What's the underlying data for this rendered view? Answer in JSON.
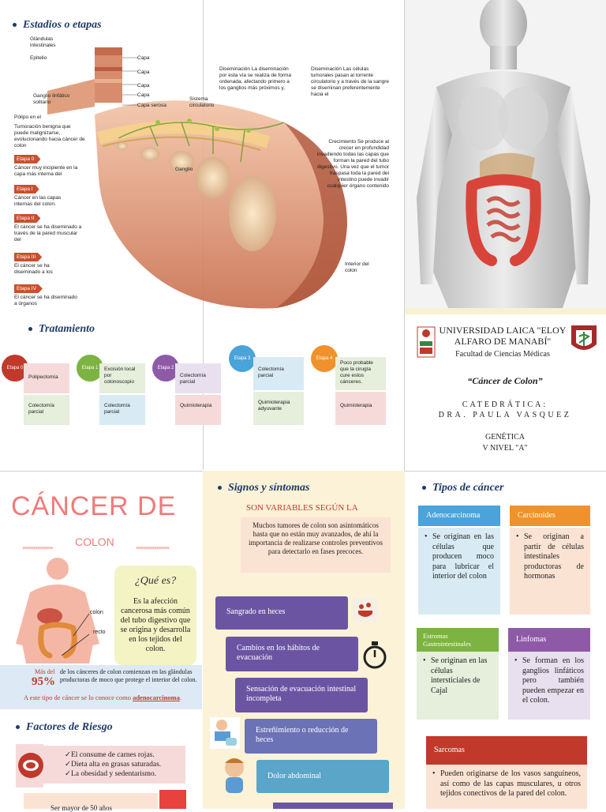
{
  "estadios": {
    "title": "Estadios o etapas",
    "layers": [
      "Glándulas intestinales",
      "Epitelio",
      "Capa",
      "Capa",
      "Capa",
      "Capa",
      "Capa serosa",
      "Ganglio linfático solitario",
      "Sistema circulatorio",
      "Ganglio"
    ],
    "polipo": "Pólipo en el",
    "tumoracion": "Tumoración benigna que puede malignizarse, evolucionando hacia cáncer de colon",
    "diseminacion1": "Diseminación La diseminación por esta vía se realiza de forma ordenada, afectando primero a los ganglios más próximos y,",
    "diseminacion2": "Diseminación Las células tumorales pasan al torrente circulatorio y a través de la sangre se diseminan preferentemente hacia el",
    "crecimiento": "Crecimiento Se produce al crecer en profundidad invadiendo todas las capas que forman la pared del tubo digestivo. Una vez que el tumor traspasa toda la pared del intestino puede invadir cualquier órgano contenido",
    "interior": "Interior del colon",
    "etapas": [
      {
        "tag": "Etapa 0",
        "text": "Cáncer muy incipiente en la capa más interna del"
      },
      {
        "tag": "Etapa I",
        "text": "Cáncer en las capas internas del colon."
      },
      {
        "tag": "Etapa II",
        "text": "El cáncer se ha diseminado a través de la pared muscular del"
      },
      {
        "tag": "Etapa III",
        "text": "El cáncer se ha diseminado a los"
      },
      {
        "tag": "Etapa IV",
        "text": "El cáncer se ha diseminado a órganos"
      }
    ]
  },
  "tratamiento": {
    "title": "Tratamiento",
    "etapas": [
      {
        "tag": "Etapa 0",
        "color": "#c0392b",
        "a": "Polipectomía",
        "b": "Colectomía parcial"
      },
      {
        "tag": "Etapa 1",
        "color": "#7cb342",
        "a": "Excisión local por colonoscopio",
        "b": "Colectomía parcial"
      },
      {
        "tag": "Etapa 2",
        "color": "#8e5aa8",
        "a": "Colectomía parcial",
        "b": "Quimioterapia"
      },
      {
        "tag": "Etapa 3",
        "color": "#4aa3d9",
        "a": "Colectomía parcial",
        "b": "Quimioterapia adyuvante"
      },
      {
        "tag": "Etapa 4",
        "color": "#f0922b",
        "a": "Poco probable que la cirugía cure estos cánceres.",
        "b": "Quimioterapia"
      }
    ]
  },
  "portada": {
    "universidad": "UNIVERSIDAD LAICA \"ELOY ALFARO DE MANABÍ\"",
    "facultad": "Facultad de Ciencias Médicas",
    "titulo": "“Cáncer de Colon”",
    "catedratica_label": "CATEDRÁTICA:",
    "catedratica": "DRA. PAULA VASQUEZ",
    "materia": "GENÉTICA",
    "nivel": "V NIVEL \"A\""
  },
  "cancer": {
    "title1": "CÁNCER DE",
    "title2": "COLON",
    "que_es_title": "¿Qué es?",
    "que_es_text": "Es la afección cancerosa más común del tubo digestivo que se origina y desarrolla en los tejidos del colon.",
    "label_colon": "colon",
    "label_recto": "recto",
    "mas_del": "Más del",
    "percent": "95%",
    "percent_text": "de los cánceres de colon comienzan en las glándulas productoras de moco que protege el interior del colon.",
    "adeno_prefix": "A este tipo de cáncer se lo conoce como ",
    "adeno_word": "adenocarcinoma",
    "adeno_suffix": "."
  },
  "factores": {
    "title": "Factores de Riesgo",
    "items": [
      "✓El consume de carnes rojas.",
      "✓Dieta alta en grasas saturadas.",
      "✓La obesidad y sedentarismo."
    ],
    "edad": "Ser mayor de 50 años"
  },
  "signos": {
    "title": "Signos y síntomas",
    "subtitle": "SON VARIABLES SEGÚN LA",
    "intro": "Muchos tumores de colon son asintomáticos hasta que no están muy avanzados, de ahí la importancia de realizarse controles preventivos para detectarlo en fases precoces.",
    "items": [
      "Sangrado en heces",
      "Cambios en los hábitos de evacuación",
      "Sensación de evacuación intestinal incompleta",
      "Estreñimiento o reducción de heces",
      "Dolor abdominal"
    ]
  },
  "tipos": {
    "title": "Tipos de cáncer",
    "items": [
      {
        "name": "Adenocarcinoma",
        "color": "#4aa3d9",
        "bg": "#d8ebf4",
        "text": "Se originan en las células que producen moco para lubricar el interior del colon"
      },
      {
        "name": "Carcinoides",
        "color": "#f0922b",
        "bg": "#fbe3d3",
        "text": "Se originan a partir de células intestinales productoras de hormonas"
      },
      {
        "name": "Estromas Gastrointestinales",
        "color": "#7cb342",
        "bg": "#e6eedc",
        "text": "Se originan en las células intersticiales de Cajal"
      },
      {
        "name": "Linfomas",
        "color": "#8e5aa8",
        "bg": "#e8e0ee",
        "text": "Se forman en los ganglios linfáticos pero también pueden empezar en el colon."
      },
      {
        "name": "Sarcomas",
        "color": "#c0392b",
        "bg": "#fbe3d3",
        "text": "Pueden originarse de los vasos sanguíneos, así como de las capas musculares, u otros tejidos conectivos de la pared del colon."
      }
    ]
  }
}
